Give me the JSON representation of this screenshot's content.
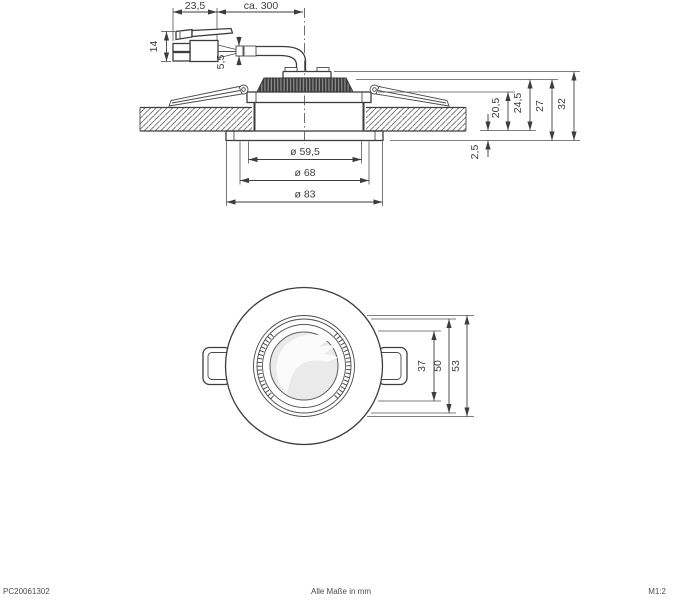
{
  "side_view": {
    "connector_width": "23,5",
    "cable_length": "ca. 300",
    "connector_height": "14",
    "cable_diameter": "5,5",
    "recess_depth": "20,5",
    "height_above_ceiling": "24,5",
    "height_to_flange": "27",
    "total_height": "32",
    "flange_thickness": "2,5",
    "dia_housing": "ø 59,5",
    "dia_cutout": "ø 68",
    "dia_flange": "ø 83"
  },
  "front_view": {
    "dia_lens": "37",
    "dia_inner_ring": "50",
    "dia_outer_ring": "53"
  },
  "footer": {
    "article_number": "PC20061302",
    "note": "Alle Maße in mm",
    "scale": "M1:2"
  },
  "colors": {
    "line": "#3d3d3d",
    "text": "#3d3d3d",
    "heatsink_dark": "#3b3b3b",
    "lens_fill": "#e9eae9",
    "background": "#ffffff"
  }
}
